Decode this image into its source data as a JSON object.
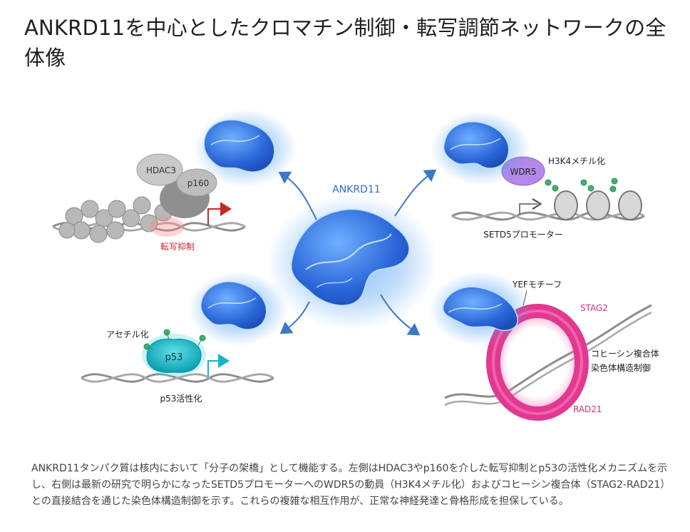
{
  "title": "ANKRD11を中心としたクロマチン制御・転写調節ネットワークの全体像",
  "diagram": {
    "center_label": "ANKRD11",
    "top_left": {
      "hdac3": "HDAC3",
      "p160": "p160",
      "label": "転写抑制"
    },
    "top_right": {
      "wdr5": "WDR5",
      "h3k4": "H3K4メチル化",
      "promoter": "SETD5プロモーター"
    },
    "bottom_left": {
      "acetyl": "アセチル化",
      "p53": "p53",
      "label": "p53活性化"
    },
    "bottom_right": {
      "yef": "YEFモチーフ",
      "stag2": "STAG2",
      "rad21": "RAD21",
      "cohesin_line1": "コヒーシン複合体",
      "cohesin_line2": "染色体構造制御"
    }
  },
  "caption": "ANKRD11タンパク質は核内において「分子の架橋」として機能する。左側はHDAC3やp160を介した転写抑制とp53の活性化メカニズムを示し、右側は最新の研究で明らかになったSETD5プロモーターへのWDR5の動員（H3K4メチル化）およびコヒーシン複合体（STAG2-RAD21）との直接結合を通じた染色体構造制御を示す。これらの複雑な相互作用が、正常な神経発達と骨格形成を担保している。",
  "colors": {
    "protein": "#2f6fe0",
    "glow": "#6fb8ff",
    "arrow": "#3b78c7",
    "repression": "#c62828",
    "wdr5": "#b388e8",
    "p53": "#14b5c6",
    "cohesin": "#e0398f",
    "dna": "#8c8c8c",
    "methyl": "#3cb371"
  }
}
